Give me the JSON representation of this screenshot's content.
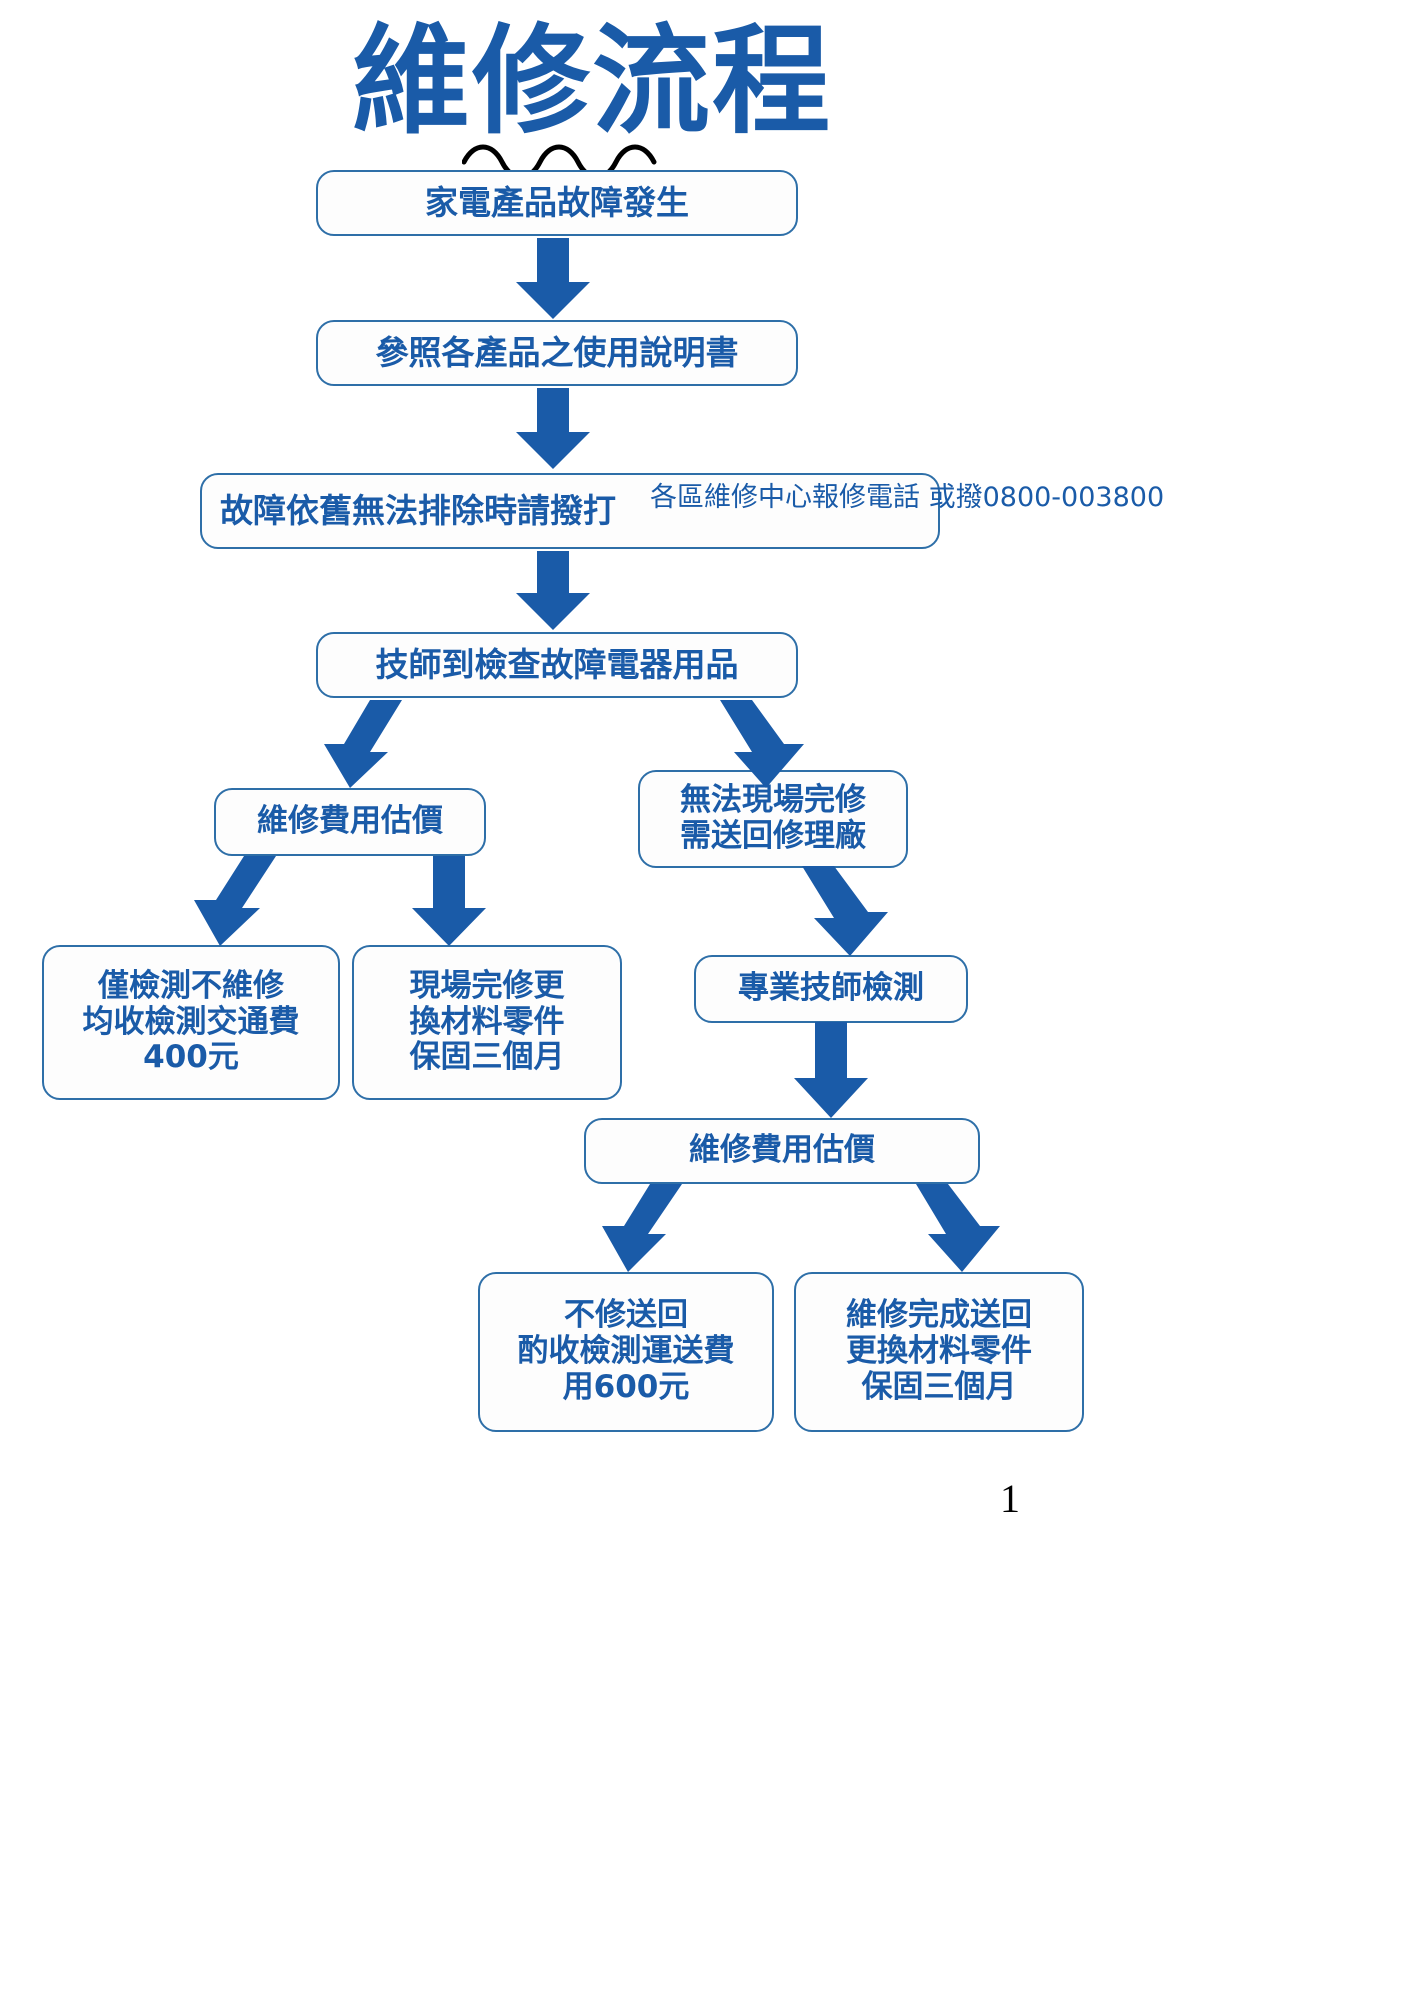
{
  "page": {
    "title": "維修流程",
    "page_number": "1",
    "accent_color": "#1A5BA8",
    "border_color": "#2E6FA8",
    "arrow_color": "#1A5BA8",
    "background_color": "#FFFFFF"
  },
  "flow": {
    "nodes": [
      {
        "id": "n1",
        "lines": [
          "家電產品故障發生"
        ]
      },
      {
        "id": "n2",
        "lines": [
          "參照各產品之使用說明書"
        ]
      },
      {
        "id": "n3",
        "lines": [
          "故障依舊無法排除時請撥打"
        ],
        "annotation": [
          "各區維修中心報修電話",
          "或撥0800-003800"
        ]
      },
      {
        "id": "n4",
        "lines": [
          "技師到檢查故障電器用品"
        ]
      },
      {
        "id": "n5",
        "lines": [
          "維修費用估價"
        ]
      },
      {
        "id": "n6",
        "lines": [
          "無法現場完修",
          "需送回修理廠"
        ]
      },
      {
        "id": "n7",
        "lines": [
          "僅檢測不維修",
          "均收檢測交通費",
          "400元"
        ]
      },
      {
        "id": "n8",
        "lines": [
          "現場完修更",
          "換材料零件",
          "保固三個月"
        ]
      },
      {
        "id": "n9",
        "lines": [
          "專業技師檢測"
        ]
      },
      {
        "id": "n10",
        "lines": [
          "維修費用估價"
        ]
      },
      {
        "id": "n11",
        "lines": [
          "不修送回",
          "酌收檢測運送費",
          "用600元"
        ]
      },
      {
        "id": "n12",
        "lines": [
          "維修完成送回",
          "更換材料零件",
          "保固三個月"
        ]
      }
    ]
  }
}
